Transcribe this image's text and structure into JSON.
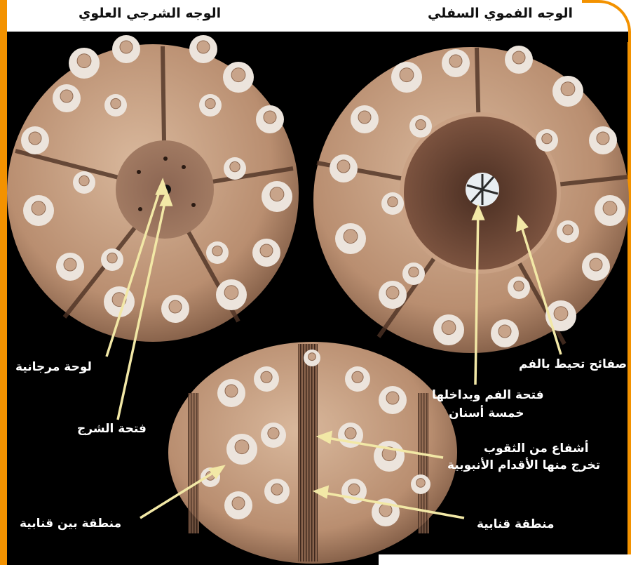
{
  "titles": {
    "aboral": "الوجه الشرجي العلوي",
    "oral": "الوجه الفموي السفلي"
  },
  "labels": {
    "madreporite": "لوحة مرجانية",
    "anus": "فتحة الشرج",
    "mouth_line1": "فتحة الفم وبداخلها",
    "mouth_line2": "خمسة أسنان",
    "oral_plates": "صفائح تحيط بالفم",
    "pores_line1": "أشفاع من الثقوب",
    "pores_line2": "تخرج منها الأقدام الأنبوبية",
    "interambulacral": "منطقة بين قنابية",
    "ambulacral": "منطقة قنابية"
  },
  "colors": {
    "shell": "#c9a184",
    "tubercle": "#ece4dc",
    "boss": "#c8a48a",
    "arrow": "#f2e8a6",
    "accent": "#f39200"
  }
}
